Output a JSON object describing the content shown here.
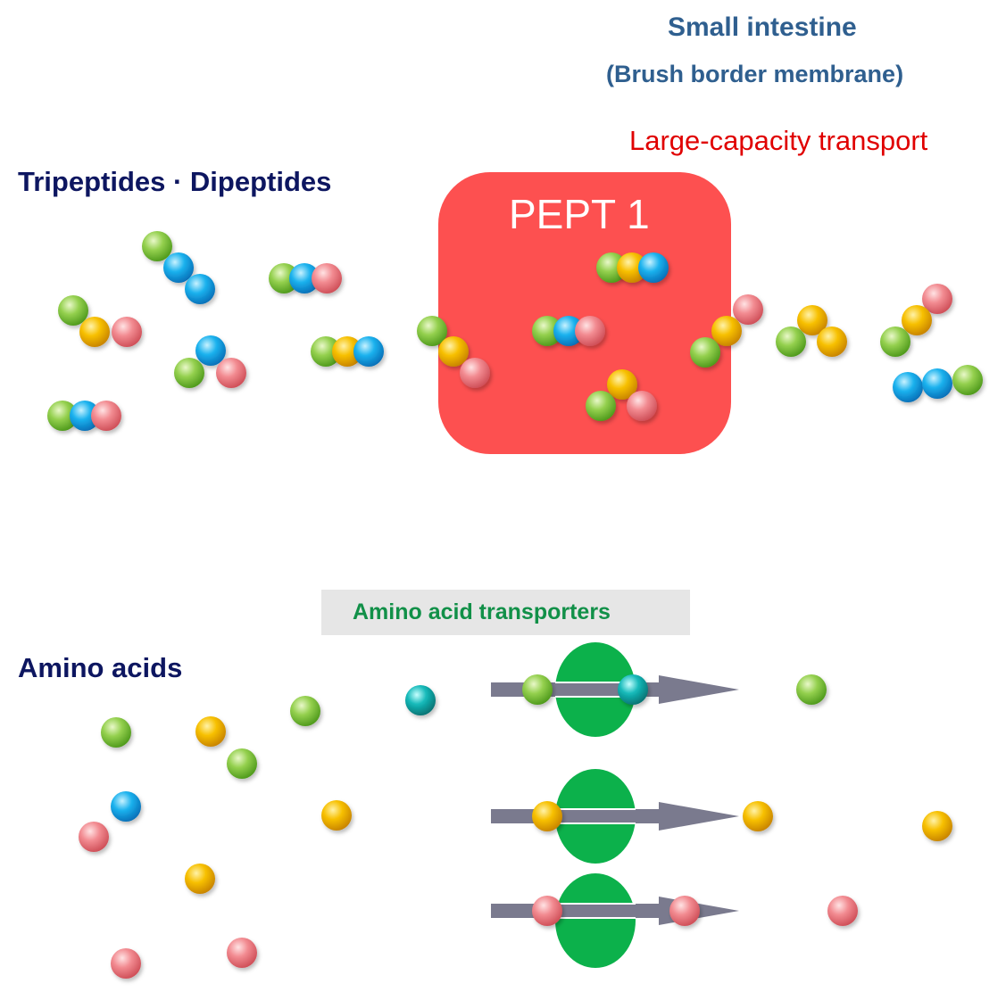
{
  "header": {
    "title": "Small intestine",
    "subtitle": "(Brush border membrane)",
    "capacity_note": "Large-capacity transport"
  },
  "sections": {
    "peptides": "Tripeptides · Dipeptides",
    "amino_acids": "Amino acids"
  },
  "pept1": {
    "label": "PEPT 1",
    "color": "#fd5050"
  },
  "aa_transporters": {
    "label": "Amino acid  transporters",
    "transporter_color": "#0cb14b",
    "arrow_color": "#7a7a8e"
  },
  "colors": {
    "green": "#8ccc4a",
    "yellow": "#f5b800",
    "pink": "#f27f86",
    "blue": "#14a8e6",
    "teal": "#14b4b4"
  },
  "icons": [
    "molecule-bead-icon",
    "transporter-oval-icon",
    "transport-arrow-icon"
  ]
}
